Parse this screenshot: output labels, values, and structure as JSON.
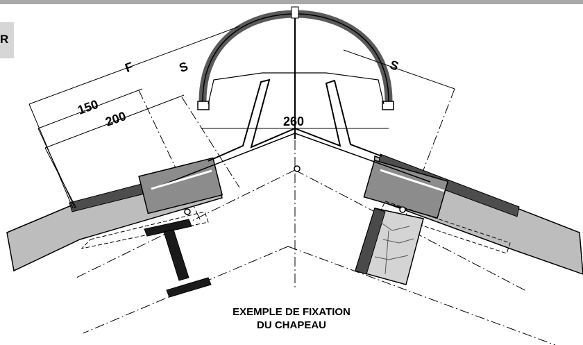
{
  "corner_label": "R",
  "dimensions": {
    "f": "F",
    "s_left": "S",
    "s_right": "S",
    "d150": "150",
    "d200": "200",
    "d260": "260"
  },
  "caption": {
    "line1": "EXEMPLE DE FIXATION",
    "line2": "DU CHAPEAU"
  },
  "colors": {
    "steel": "#1a1a1a",
    "rafter_gray": "#bdbdbd",
    "tile_dark": "#4d4d4d",
    "slab_gray": "#8c8c8c",
    "stone": "#d4d4d4",
    "frame": "#a9a9a9"
  }
}
